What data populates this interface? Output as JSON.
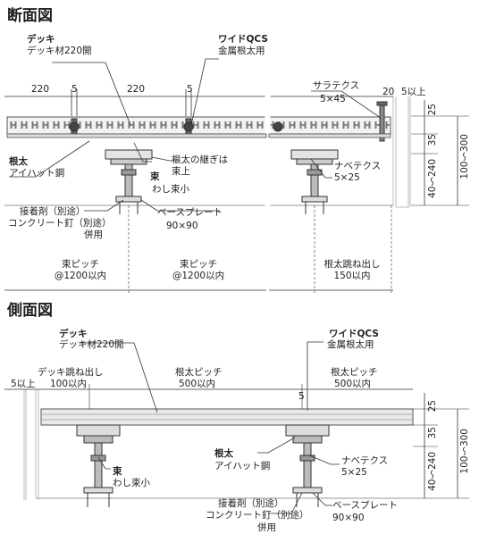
{
  "section": {
    "title": "断面図",
    "deck_label": "デッキ",
    "deck_desc": "デッキ材220開",
    "qcs_label": "ワイドQCS",
    "qcs_desc": "金属根太用",
    "dim_220_a": "220",
    "dim_5_a": "5",
    "dim_220_b": "220",
    "dim_5_b": "5",
    "sara_label": "サラテクス",
    "sara_size": "5×45",
    "dim_20": "20",
    "dim_5up": "5以上",
    "neta_label": "根太",
    "neta_desc": "アイハット鋼",
    "joint_line1": "根太の継ぎは",
    "joint_line2": "束上",
    "tsuka_label": "束",
    "tsuka_desc": "わし束小",
    "nabe_label": "ナベテクス",
    "nabe_size": "5×25",
    "adhesive_line1": "接着剤（別途）",
    "adhesive_line2": "コンクリート釘（別途）",
    "adhesive_line3": "併用",
    "base_label": "ベースプレート",
    "base_size": "90×90",
    "pitch1_label": "束ピッチ",
    "pitch1_value": "@1200以内",
    "pitch2_label": "束ピッチ",
    "pitch2_value": "@1200以内",
    "overhang_label": "根太跳ね出し",
    "overhang_value": "150以内",
    "dim_25": "25",
    "dim_35": "35",
    "dim_40_240": "40～240",
    "dim_100_300": "100～300"
  },
  "side": {
    "title": "側面図",
    "deck_label": "デッキ",
    "deck_desc": "デッキ材220開",
    "qcs_label": "ワイドQCS",
    "qcs_desc": "金属根太用",
    "deck_overhang_label": "デッキ跳ね出し",
    "deck_overhang_value": "100以内",
    "dim_5up": "5以上",
    "pitch_a_label": "根太ピッチ",
    "pitch_a_value": "500以内",
    "pitch_b_label": "根太ピッチ",
    "pitch_b_value": "500以内",
    "dim_5": "5",
    "neta_label": "根太",
    "neta_desc": "アイハット鋼",
    "nabe_label": "ナベテクス",
    "nabe_size": "5×25",
    "tsuka_label": "束",
    "tsuka_desc": "わし束小",
    "adhesive_line1": "接着剤（別途）",
    "adhesive_line2": "コンクリート釘（別途）",
    "adhesive_line3": "併用",
    "base_label": "ベースプレート",
    "base_size": "90×90",
    "dim_25": "25",
    "dim_35": "35",
    "dim_40_240": "40～240",
    "dim_100_300": "100～300"
  }
}
